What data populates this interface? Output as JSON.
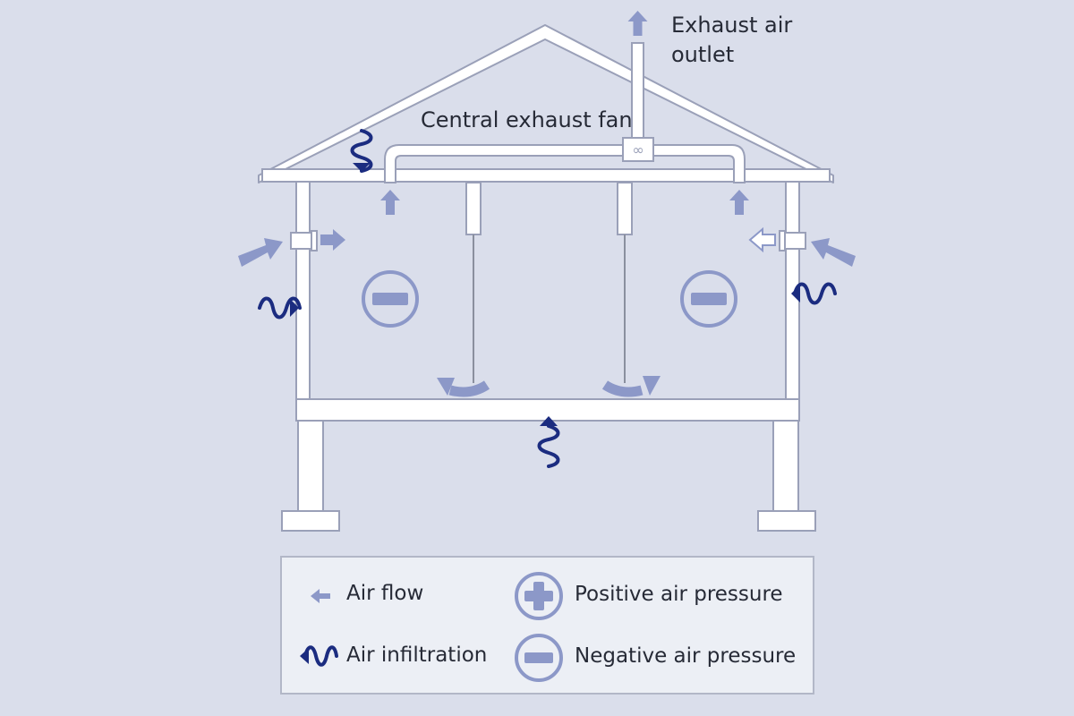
{
  "labels": {
    "exhaust_outlet": [
      "Exhaust air",
      "outlet"
    ],
    "fan": "Central exhaust fan",
    "fan_symbol": "∞"
  },
  "legend": {
    "air_flow": "Air flow",
    "air_infiltration": "Air infiltration",
    "positive_pressure": "Positive air pressure",
    "negative_pressure": "Negative air pressure"
  },
  "colors": {
    "background": "#dadeeb",
    "structure_fill": "#ffffff",
    "structure_stroke": "#9aa0b8",
    "air_flow": "#8c98c8",
    "infiltration": "#1b2c80",
    "pressure_symbol": "#8c98c8"
  }
}
